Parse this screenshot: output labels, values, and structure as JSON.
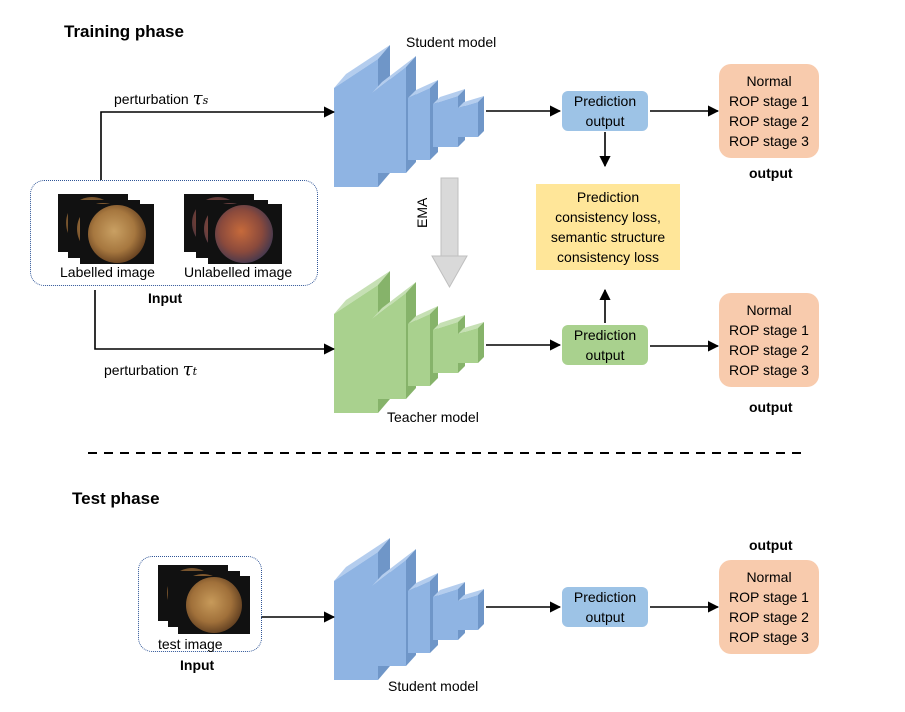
{
  "training": {
    "title": "Training phase",
    "student_label": "Student model",
    "teacher_label": "Teacher model",
    "perturb_s_text": "perturbation",
    "perturb_s_symbol": "τ",
    "perturb_s_sub": "s",
    "perturb_t_text": "perturbation",
    "perturb_t_symbol": "τ",
    "perturb_t_sub": "t",
    "ema_label": "EMA",
    "input_label": "Input",
    "labelled_image_label": "Labelled image",
    "unlabelled_image_label": "Unlabelled image",
    "pred_student": [
      "Prediction",
      "output"
    ],
    "pred_teacher": [
      "Prediction",
      "output"
    ],
    "loss_lines": [
      "Prediction",
      "consistency loss,",
      "semantic structure",
      "consistency loss"
    ],
    "output_student": [
      "Normal",
      "ROP stage 1",
      "ROP stage 2",
      "ROP stage 3"
    ],
    "output_teacher": [
      "Normal",
      "ROP stage 1",
      "ROP stage 2",
      "ROP stage 3"
    ],
    "output_label_student": "output",
    "output_label_teacher": "output"
  },
  "test": {
    "title": "Test phase",
    "test_image_label": "test image",
    "input_label": "Input",
    "student_label": "Student model",
    "pred": [
      "Prediction",
      "output"
    ],
    "output": [
      "Normal",
      "ROP stage 1",
      "ROP stage 2",
      "ROP stage 3"
    ],
    "output_label": "output"
  },
  "colors": {
    "student_front": "#8fb4e3",
    "student_side": "#6f96c8",
    "student_top": "#b4cdee",
    "teacher_front": "#a9d18e",
    "teacher_side": "#86b36a",
    "teacher_top": "#c6e0b4",
    "prediction_blue": "#9dc3e6",
    "prediction_green": "#a9d18e",
    "output_box": "#f8cbad",
    "loss_box": "#ffe699",
    "dotted_border": "#2f5597"
  }
}
